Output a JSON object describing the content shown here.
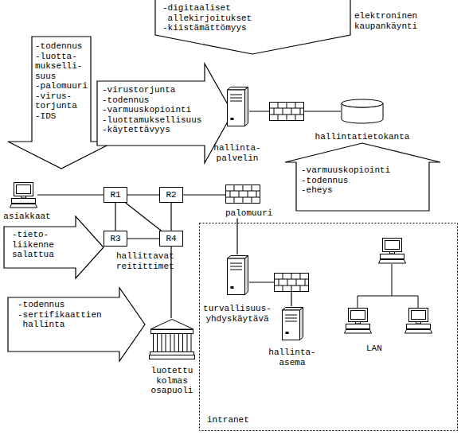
{
  "diagram": {
    "nodes": [
      {
        "text": [
          "-digitaaliset allekirjoitukset",
          "-kiistämättömyys"
        ]
      },
      {
        "text": [
          "-todennus",
          "-luotta- mukselli- suus",
          "-palomuuri",
          "-virus- torjunta",
          "-IDS"
        ]
      },
      {
        "text": [
          "-virustorjunta",
          "-todennus",
          "-varmuuskopiointi",
          "-luottamuksellisuus",
          "-käytettävyys"
        ]
      },
      {
        "text": [
          "hallinta- palvelin"
        ]
      },
      {
        "text": [
          "hallintatietokanta"
        ]
      },
      {
        "text": [
          "-varmuuskopiointi",
          "-todennus",
          "-eheys"
        ]
      },
      {
        "text": [
          "asiakkaat"
        ]
      },
      {
        "text": [
          "R1"
        ]
      },
      {
        "text": [
          "R2"
        ]
      },
      {
        "text": [
          "palomuuri"
        ]
      },
      {
        "text": [
          "-tieto- liikenne salattua"
        ]
      },
      {
        "text": [
          "R3"
        ]
      },
      {
        "text": [
          "R4"
        ]
      },
      {
        "text": [
          "intranet"
        ]
      },
      {
        "text": [
          "turvallisuus- yhdyskäytävä"
        ],
        "in": 13
      },
      {
        "text": [
          "LAN"
        ],
        "in": 13
      },
      {
        "text": [
          "-todennus",
          "-sertifikaattien hallinta"
        ]
      },
      {
        "text": [
          "hallinta- asema"
        ],
        "in": 13
      },
      {
        "text": [
          "luotettu kolmas osapuoli"
        ]
      }
    ],
    "edges": [
      {
        "from": 6,
        "to": 7,
        "arrow": "none"
      },
      {
        "from": 7,
        "to": 8,
        "arrow": "none"
      },
      {
        "from": 7,
        "to": 11,
        "arrow": "none"
      },
      {
        "from": 7,
        "to": 12,
        "arrow": "none"
      },
      {
        "from": 8,
        "to": 12,
        "arrow": "none"
      },
      {
        "from": 11,
        "to": 12,
        "arrow": "none"
      },
      {
        "from": 8,
        "to": 9,
        "arrow": "none"
      },
      {
        "from": 3,
        "to": 4,
        "arrow": "none"
      },
      {
        "from": 9,
        "to": 14,
        "arrow": "none"
      },
      {
        "from": 14,
        "to": 17,
        "arrow": "none"
      },
      {
        "from": 12,
        "to": 18,
        "arrow": "none"
      }
    ],
    "labels": [
      "elektroninen kaupankäynti",
      "hallittavat reitittimet"
    ]
  }
}
